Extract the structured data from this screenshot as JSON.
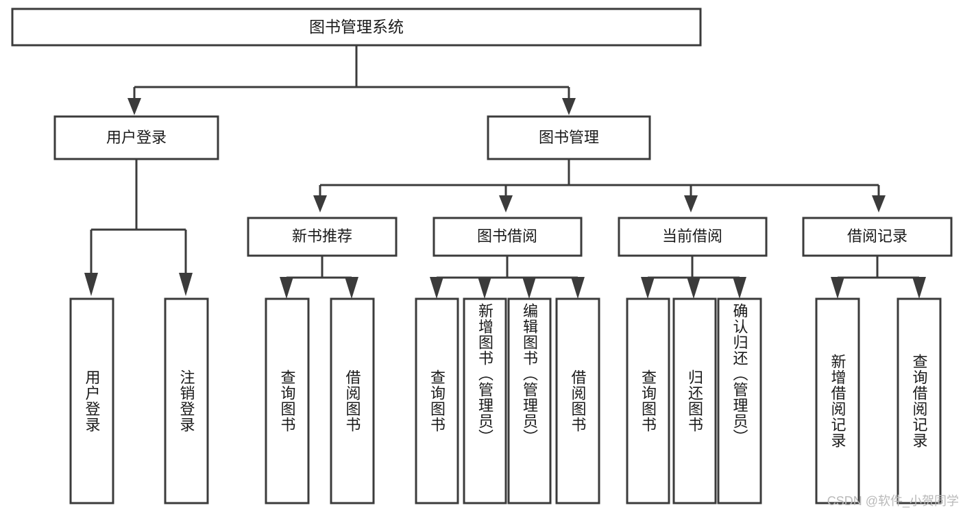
{
  "diagram": {
    "type": "tree-hierarchy",
    "title": "图书管理系统",
    "watermark": "CSDN @软件_小贺同学",
    "colors": {
      "stroke": "#3b3b3b",
      "fill": "#ffffff",
      "text": "#1a1a1a",
      "watermark": "#b9b9b9"
    },
    "levels": {
      "root": {
        "label": "图书管理系统"
      },
      "level2": [
        {
          "label": "用户登录"
        },
        {
          "label": "图书管理"
        }
      ],
      "level3": [
        {
          "label": "新书推荐"
        },
        {
          "label": "图书借阅"
        },
        {
          "label": "当前借阅"
        },
        {
          "label": "借阅记录"
        }
      ],
      "leaves": {
        "user_login": [
          {
            "label": "用户登录"
          },
          {
            "label": "注销登录"
          }
        ],
        "new_book_recommend": [
          {
            "label": "查询图书"
          },
          {
            "label": "借阅图书"
          }
        ],
        "book_borrow": [
          {
            "label": "查询图书"
          },
          {
            "label": "新增图书（管理员）"
          },
          {
            "label": "编辑图书（管理员）"
          },
          {
            "label": "借阅图书"
          }
        ],
        "current_borrow": [
          {
            "label": "查询图书"
          },
          {
            "label": "归还图书"
          },
          {
            "label": "确认归还（管理员）"
          }
        ],
        "borrow_record": [
          {
            "label": "新增借阅记录"
          },
          {
            "label": "查询借阅记录"
          }
        ]
      }
    }
  }
}
